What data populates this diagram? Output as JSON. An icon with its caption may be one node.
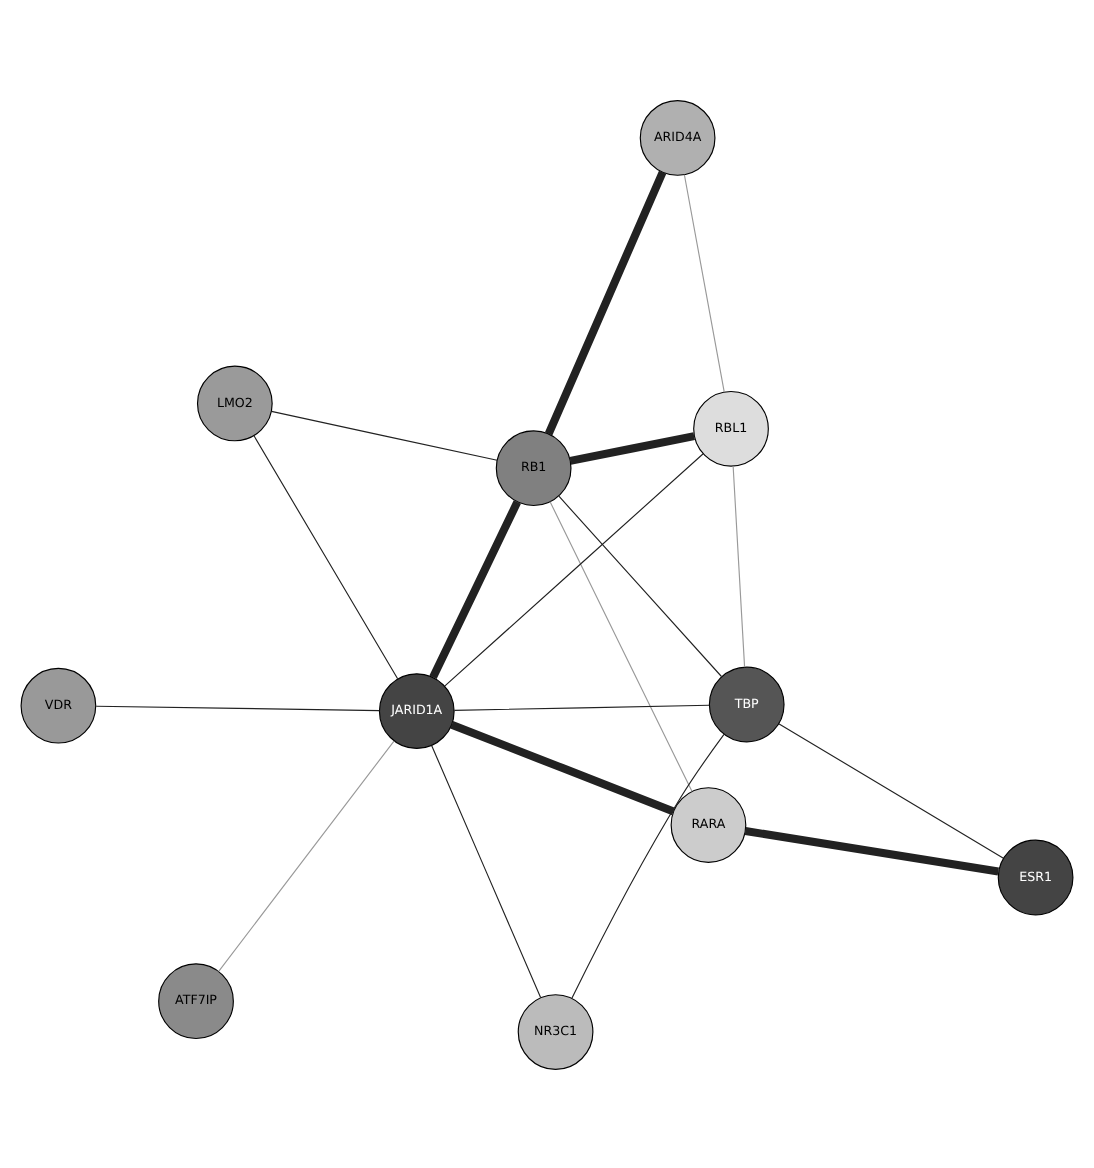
{
  "diagram": {
    "nodes": [
      {
        "text": [
          "LMO2"
        ]
      },
      {
        "text": [
          "ARID4A"
        ]
      },
      {
        "text": [
          "ATF7IP"
        ]
      },
      {
        "text": [
          "RB1"
        ]
      },
      {
        "text": [
          "RBL1"
        ]
      },
      {
        "text": [
          "JARID1A"
        ]
      },
      {
        "text": [
          "RARA"
        ]
      },
      {
        "text": [
          "TBP"
        ]
      },
      {
        "text": [
          "VDR"
        ]
      },
      {
        "text": [
          "ESR1"
        ]
      },
      {
        "text": [
          "NR3C1"
        ]
      }
    ],
    "edges": [
      {
        "from": 5,
        "to": 0,
        "arrow": "none"
      },
      {
        "from": 5,
        "to": 2,
        "arrow": "none",
        "color": "#999999"
      },
      {
        "from": 5,
        "to": 8,
        "arrow": "none"
      },
      {
        "from": 5,
        "to": 3,
        "arrow": "none",
        "style": "thick"
      },
      {
        "from": 5,
        "to": 4,
        "arrow": "none"
      },
      {
        "from": 5,
        "to": 7,
        "arrow": "none"
      },
      {
        "from": 5,
        "to": 6,
        "arrow": "none",
        "style": "thick"
      },
      {
        "from": 5,
        "to": 10,
        "arrow": "none"
      },
      {
        "from": 0,
        "to": 3,
        "arrow": "none"
      },
      {
        "from": 3,
        "to": 1,
        "arrow": "none",
        "style": "thick"
      },
      {
        "from": 3,
        "to": 4,
        "arrow": "none",
        "style": "thick"
      },
      {
        "from": 3,
        "to": 7,
        "arrow": "none"
      },
      {
        "from": 3,
        "to": 6,
        "arrow": "none",
        "color": "#999999"
      },
      {
        "from": 1,
        "to": 4,
        "arrow": "none",
        "color": "#999999"
      },
      {
        "from": 4,
        "to": 7,
        "arrow": "none",
        "color": "#999999"
      },
      {
        "from": 6,
        "to": 9,
        "arrow": "none",
        "style": "thick"
      },
      {
        "from": 7,
        "to": 9,
        "arrow": "none"
      },
      {
        "from": 7,
        "to": 10,
        "arrow": "none"
      }
    ]
  }
}
